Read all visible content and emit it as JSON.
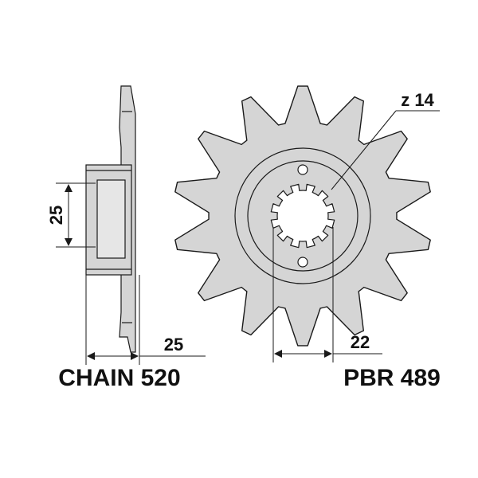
{
  "drawing": {
    "fill_color": "#d5d5d5",
    "line_color": "#1a1a1a",
    "tooth_count": 14,
    "side_height_label": "25",
    "side_width_label": "25",
    "spline_label": "22",
    "teeth_label": "z 14",
    "chain_label": "CHAIN 520",
    "part_label": "PBR 489"
  }
}
